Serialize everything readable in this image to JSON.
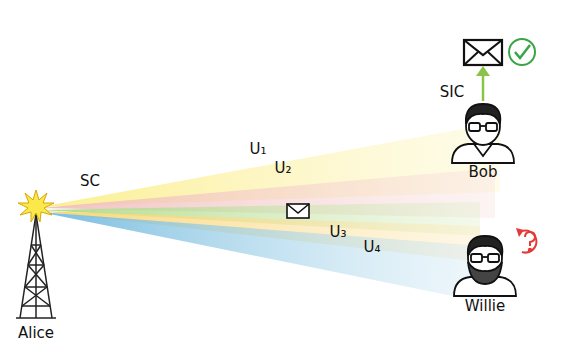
{
  "diagram": {
    "nodes": [
      {
        "text": [
          "Alice"
        ]
      },
      {
        "text": [
          "Bob"
        ]
      },
      {
        "text": [
          "Willie"
        ]
      }
    ],
    "labels": [
      "SC",
      "U₁",
      "U₂",
      "U₃",
      "U₄",
      "SIC"
    ]
  }
}
